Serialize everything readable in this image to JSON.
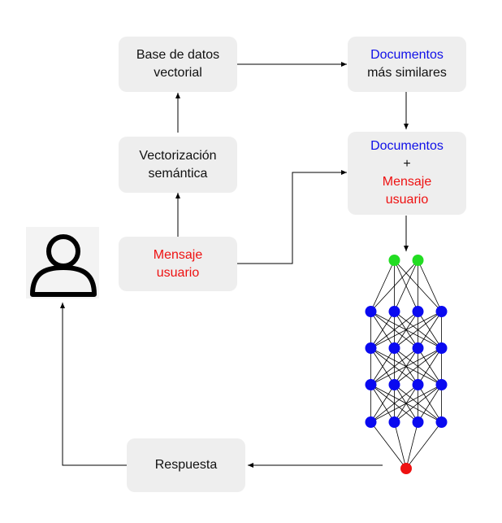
{
  "boxes": {
    "base_datos": {
      "line1": "Base de datos",
      "line2": "vectorial"
    },
    "documentos_similares": {
      "line1": "Documentos",
      "line2": "más similares"
    },
    "vectorizacion": {
      "line1": "Vectorización",
      "line2": "semántica"
    },
    "documentos_mensaje": {
      "line1": "Documentos",
      "plus": "+",
      "line2": "Mensaje",
      "line3": "usuario"
    },
    "mensaje_usuario": {
      "line1": "Mensaje",
      "line2": "usuario"
    },
    "respuesta": {
      "label": "Respuesta"
    }
  },
  "icons": {
    "user": "user-icon"
  },
  "neural_network": {
    "layers": [
      2,
      4,
      4,
      4,
      4,
      1
    ],
    "input_color": "#22dd22",
    "hidden_color": "#0a0af0",
    "output_color": "#ee1111"
  },
  "colors": {
    "highlight_blue": "#1010e8",
    "highlight_red": "#ee1111",
    "box_fill": "#eeeeee"
  }
}
